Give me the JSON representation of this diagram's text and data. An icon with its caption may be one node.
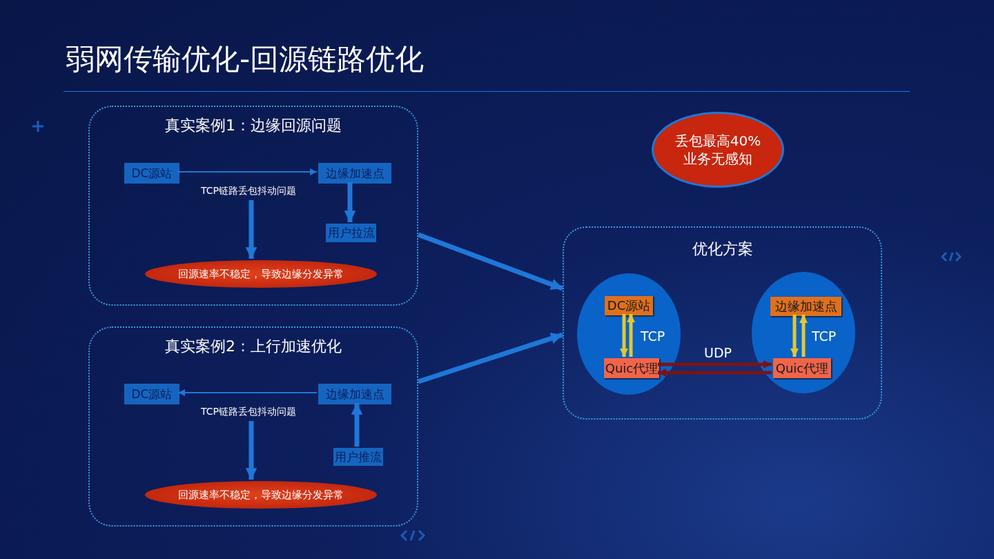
{
  "diagram": {
    "title": "弱网传输优化-回源链路优化",
    "nodes": [
      {
        "text": [
          "真实案例1：边缘回源问题"
        ]
      },
      {
        "text": [
          "DC源站"
        ],
        "in": 0
      },
      {
        "text": [
          "边缘加速点"
        ],
        "in": 0
      },
      {
        "text": [
          "用户拉流"
        ],
        "in": 0
      },
      {
        "text": [
          "回源速率不稳定，导致边缘分发异常"
        ],
        "in": 0
      },
      {
        "text": [
          "真实案例2：上行加速优化"
        ]
      },
      {
        "text": [
          "DC源站"
        ],
        "in": 5
      },
      {
        "text": [
          "边缘加速点"
        ],
        "in": 5
      },
      {
        "text": [
          "用户推流"
        ],
        "in": 5
      },
      {
        "text": [
          "回源速率不稳定，导致边缘分发异常"
        ],
        "in": 5
      },
      {
        "text": [
          "丢包最高40% 业务无感知"
        ]
      },
      {
        "text": [
          "优化方案"
        ]
      },
      {
        "text": [],
        "shape": "circle",
        "in": 11
      },
      {
        "text": [
          "DC源站"
        ],
        "in": 12
      },
      {
        "text": [
          "Quic代理"
        ],
        "in": 12
      },
      {
        "text": [],
        "shape": "circle",
        "in": 11
      },
      {
        "text": [
          "边缘加速点"
        ],
        "in": 15
      },
      {
        "text": [
          "Quic代理"
        ],
        "in": 15
      }
    ],
    "edges": [
      {
        "from": 1,
        "to": 2,
        "arrow": "to",
        "label": "TCP链路丢包抖动问题"
      },
      {
        "from": 2,
        "to": 3,
        "arrow": "to"
      },
      {
        "from": null,
        "to": 4,
        "arrow": "to"
      },
      {
        "from": 7,
        "to": 6,
        "arrow": "to",
        "label": "TCP链路丢包抖动问题"
      },
      {
        "from": 8,
        "to": 7,
        "arrow": "to"
      },
      {
        "from": null,
        "to": 9,
        "arrow": "to"
      },
      {
        "from": 0,
        "to": 11,
        "arrow": "to"
      },
      {
        "from": 5,
        "to": 11,
        "arrow": "to"
      },
      {
        "from": 13,
        "to": 14,
        "arrow": "to",
        "color": "#e3c832"
      },
      {
        "from": 14,
        "to": 13,
        "arrow": "to",
        "color": "#e3c832",
        "label": "TCP"
      },
      {
        "from": 16,
        "to": 17,
        "arrow": "to",
        "color": "#e3c832"
      },
      {
        "from": 17,
        "to": 16,
        "arrow": "to",
        "color": "#e3c832",
        "label": "TCP"
      },
      {
        "from": 14,
        "to": 17,
        "arrow": "to",
        "color": "#7a1414",
        "label": "UDP"
      },
      {
        "from": 17,
        "to": 14,
        "arrow": "to",
        "color": "#7a1414"
      }
    ]
  }
}
